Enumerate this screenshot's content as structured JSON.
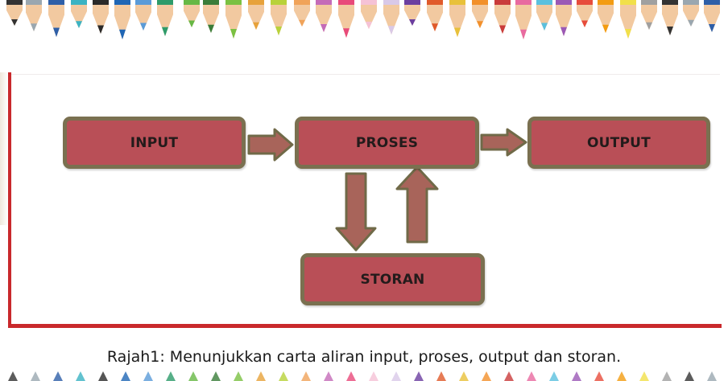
{
  "diagram": {
    "nodes": {
      "input": "INPUT",
      "proses": "PROSES",
      "output": "OUTPUT",
      "storan": "STORAN"
    },
    "edges": [
      {
        "from": "INPUT",
        "to": "PROSES"
      },
      {
        "from": "PROSES",
        "to": "OUTPUT"
      },
      {
        "from": "PROSES",
        "to": "STORAN"
      },
      {
        "from": "STORAN",
        "to": "PROSES"
      }
    ]
  },
  "caption": "Rajah1: Menunjukkan carta aliran input, proses, output dan storan.",
  "colors": {
    "box_fill": "#b94f57",
    "box_border": "#7a7050",
    "arrow_fill": "#a8645a",
    "arrow_border": "#706a48",
    "frame_accent": "#c9292c"
  }
}
